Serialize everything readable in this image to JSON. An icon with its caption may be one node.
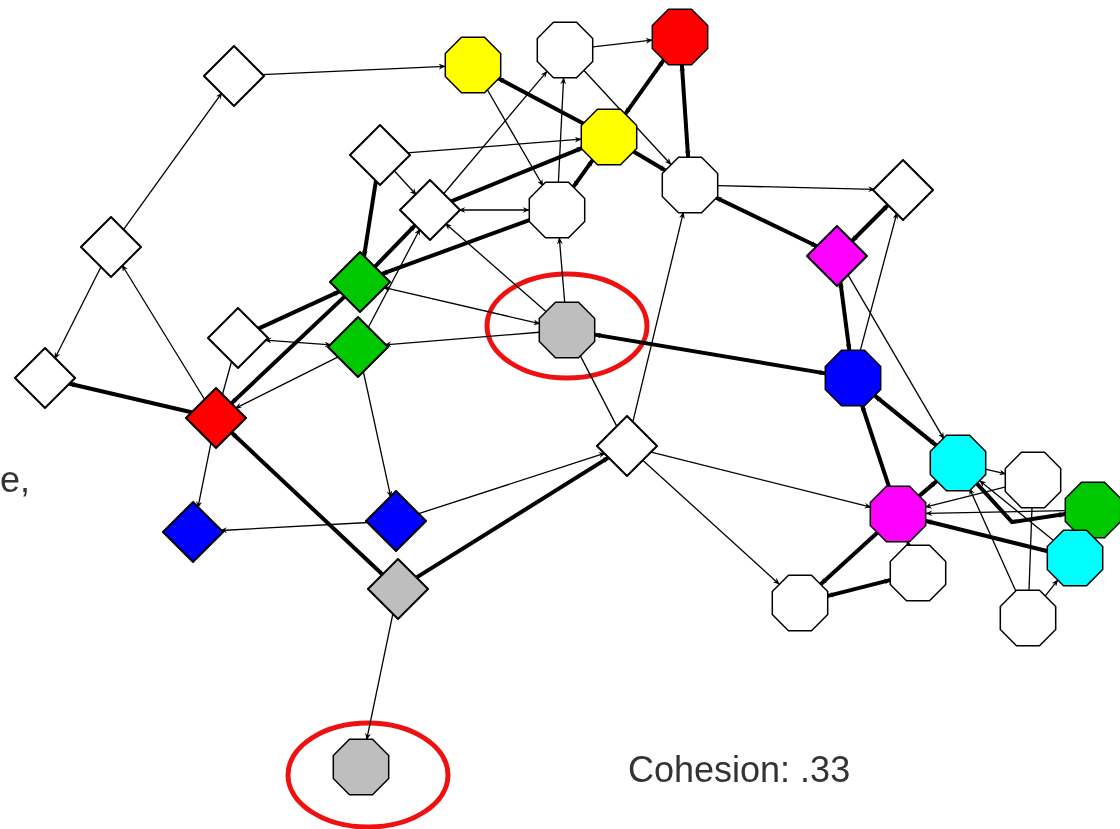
{
  "diagram": {
    "nodes": [
      {
        "text": [],
        "shape": "diamond"
      },
      {
        "text": [],
        "shape": "octagon"
      },
      {
        "text": [],
        "shape": "octagon"
      },
      {
        "text": [],
        "shape": "octagon"
      },
      {
        "text": [],
        "shape": "octagon"
      },
      {
        "text": [],
        "shape": "diamond"
      },
      {
        "text": [],
        "shape": "diamond"
      },
      {
        "text": [],
        "shape": "octagon"
      },
      {
        "text": [],
        "shape": "octagon"
      },
      {
        "text": [],
        "shape": "diamond"
      },
      {
        "text": [],
        "shape": "diamond"
      },
      {
        "text": [],
        "shape": "diamond"
      },
      {
        "text": [],
        "shape": "diamond"
      },
      {
        "text": [],
        "shape": "diamond"
      },
      {
        "text": [],
        "shape": "octagon"
      },
      {
        "text": [],
        "shape": "diamond"
      },
      {
        "text": [],
        "shape": "diamond"
      },
      {
        "text": [],
        "shape": "octagon"
      },
      {
        "text": [],
        "shape": "diamond"
      },
      {
        "text": [],
        "shape": "diamond"
      },
      {
        "text": [],
        "shape": "octagon"
      },
      {
        "text": [],
        "shape": "octagon"
      },
      {
        "text": [],
        "shape": "diamond"
      },
      {
        "text": [],
        "shape": "diamond"
      },
      {
        "text": [],
        "shape": "octagon"
      },
      {
        "text": [],
        "shape": "octagon"
      },
      {
        "text": [],
        "shape": "diamond"
      },
      {
        "text": [],
        "shape": "octagon"
      },
      {
        "text": [],
        "shape": "octagon"
      },
      {
        "text": [],
        "shape": "octagon"
      },
      {
        "text": [],
        "shape": "octagon"
      },
      {
        "text": [],
        "shape": "octagon"
      }
    ],
    "edges": [
      {
        "from": 0,
        "to": 1,
        "arrow": "to"
      },
      {
        "from": 10,
        "to": 0,
        "arrow": "to"
      },
      {
        "from": 10,
        "to": 16,
        "arrow": "to"
      },
      {
        "from": 18,
        "to": 10,
        "arrow": "to"
      },
      {
        "from": 18,
        "to": 16,
        "arrow": "to",
        "style": "thick"
      },
      {
        "from": 18,
        "to": 22,
        "arrow": "to"
      },
      {
        "from": 13,
        "to": 18,
        "arrow": "none"
      },
      {
        "from": 12,
        "to": 18,
        "arrow": "to",
        "style": "thick"
      },
      {
        "from": 15,
        "to": 18,
        "arrow": "to"
      },
      {
        "from": 26,
        "to": 18,
        "arrow": "to",
        "style": "thick"
      },
      {
        "from": 23,
        "to": 22,
        "arrow": "to"
      },
      {
        "from": 15,
        "to": 23,
        "arrow": "to"
      },
      {
        "from": 23,
        "to": 19,
        "arrow": "to"
      },
      {
        "from": 26,
        "to": 19,
        "arrow": "to",
        "style": "thick"
      },
      {
        "from": 26,
        "to": 31,
        "arrow": "to"
      },
      {
        "from": 13,
        "to": 12,
        "arrow": "to",
        "style": "thick"
      },
      {
        "from": 13,
        "to": 15,
        "arrow": "both"
      },
      {
        "from": 5,
        "to": 12,
        "arrow": "to",
        "style": "thick"
      },
      {
        "from": 5,
        "to": 6,
        "arrow": "to"
      },
      {
        "from": 5,
        "to": 4,
        "arrow": "to"
      },
      {
        "from": 6,
        "to": 7,
        "arrow": "both"
      },
      {
        "from": 7,
        "to": 12,
        "arrow": "to",
        "style": "thick"
      },
      {
        "from": 14,
        "to": 6,
        "arrow": "to"
      },
      {
        "from": 14,
        "to": 12,
        "arrow": "both"
      },
      {
        "from": 14,
        "to": 15,
        "arrow": "to"
      },
      {
        "from": 6,
        "to": 2,
        "arrow": "to"
      },
      {
        "from": 6,
        "to": 4,
        "arrow": "to",
        "style": "thick"
      },
      {
        "from": 12,
        "to": 6,
        "arrow": "to",
        "style": "thick"
      },
      {
        "from": 15,
        "to": 6,
        "arrow": "to"
      },
      {
        "from": 1,
        "to": 7,
        "arrow": "to"
      },
      {
        "from": 4,
        "to": 1,
        "arrow": "to",
        "style": "thick"
      },
      {
        "from": 7,
        "to": 2,
        "arrow": "to"
      },
      {
        "from": 4,
        "to": 7,
        "arrow": "both",
        "style": "thick"
      },
      {
        "from": 14,
        "to": 7,
        "arrow": "to"
      },
      {
        "from": 2,
        "to": 3,
        "arrow": "to"
      },
      {
        "from": 4,
        "to": 3,
        "arrow": "both",
        "style": "thick"
      },
      {
        "from": 3,
        "to": 8,
        "arrow": "both",
        "style": "thick"
      },
      {
        "from": 2,
        "to": 8,
        "arrow": "to"
      },
      {
        "from": 4,
        "to": 8,
        "arrow": "to",
        "style": "thick"
      },
      {
        "from": 8,
        "to": 9,
        "arrow": "to"
      },
      {
        "from": 8,
        "to": 11,
        "arrow": "both",
        "style": "thick"
      },
      {
        "from": 11,
        "to": 9,
        "arrow": "both",
        "style": "thick"
      },
      {
        "from": 17,
        "to": 9,
        "arrow": "to"
      },
      {
        "from": 11,
        "to": 17,
        "arrow": "both",
        "style": "thick"
      },
      {
        "from": 11,
        "to": 20,
        "arrow": "to"
      },
      {
        "from": 14,
        "to": 17,
        "arrow": "both",
        "style": "thick"
      },
      {
        "from": 19,
        "to": 8,
        "arrow": "to"
      },
      {
        "from": 14,
        "to": 19,
        "arrow": "none"
      },
      {
        "from": 19,
        "to": 25,
        "arrow": "to"
      },
      {
        "from": 19,
        "to": 28,
        "arrow": "to"
      },
      {
        "from": 25,
        "to": 17,
        "arrow": "to",
        "style": "thick"
      },
      {
        "from": 20,
        "to": 17,
        "arrow": "both",
        "style": "thick"
      },
      {
        "from": 25,
        "to": 28,
        "arrow": "to",
        "style": "thick"
      },
      {
        "from": 28,
        "to": 29,
        "arrow": "both",
        "style": "thick"
      },
      {
        "from": 20,
        "to": 21,
        "arrow": "to"
      },
      {
        "from": 20,
        "to": 24,
        "arrow": "to",
        "style": "thick"
      },
      {
        "from": 27,
        "to": 25,
        "arrow": "to",
        "style": "thick"
      },
      {
        "from": 24,
        "to": 25,
        "arrow": "to"
      },
      {
        "from": 30,
        "to": 20,
        "arrow": "to"
      },
      {
        "from": 29,
        "to": 25,
        "arrow": "to"
      },
      {
        "from": 30,
        "to": 27,
        "arrow": "to"
      },
      {
        "from": 21,
        "to": 25,
        "arrow": "to"
      },
      {
        "from": 25,
        "to": 20,
        "arrow": "to",
        "style": "thick"
      },
      {
        "from": 30,
        "to": 21,
        "arrow": "none"
      },
      {
        "from": 27,
        "to": 20,
        "arrow": "to"
      }
    ],
    "labels": [
      "e,",
      "Cohesion: .33"
    ]
  }
}
